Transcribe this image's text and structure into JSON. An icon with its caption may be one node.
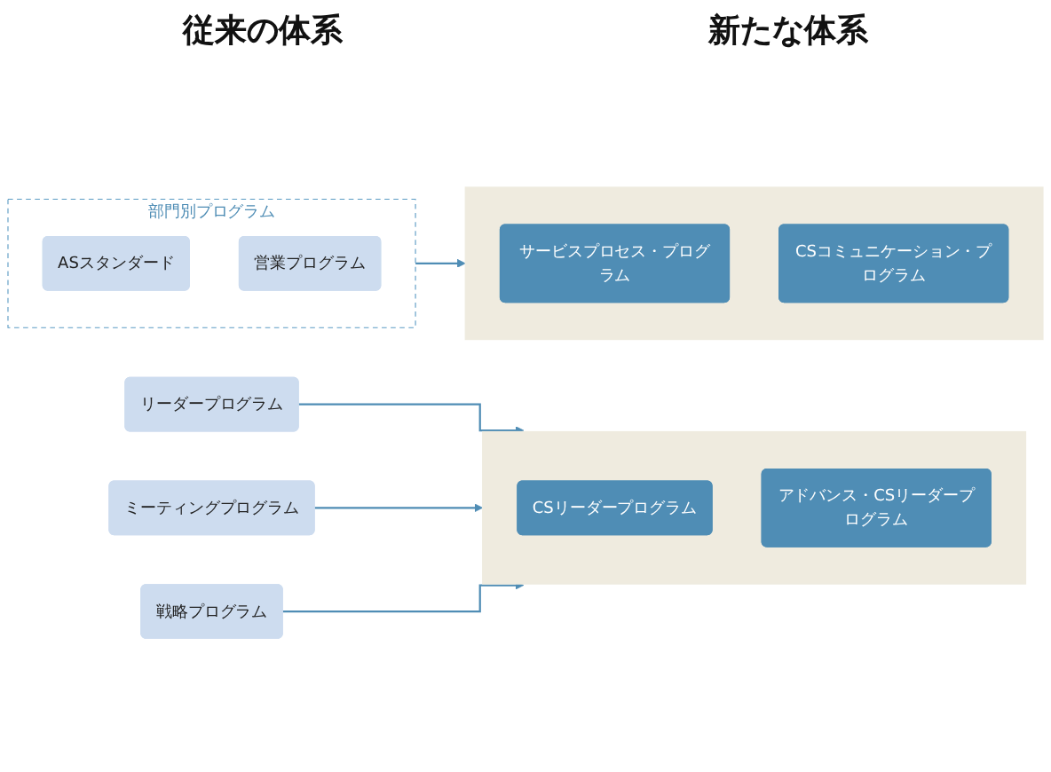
{
  "diagram": {
    "nodes": [
      {
        "text": [
          "リーダープログラム"
        ]
      },
      {
        "text": [
          "ミーティングプログラム"
        ]
      },
      {
        "text": [
          "戦略プログラム"
        ]
      },
      {
        "text": [],
        "shape": "box"
      },
      {
        "text": [
          "CSリーダープログラム"
        ],
        "in": 3
      },
      {
        "text": [
          "アドバンス・CSリーダープログラム"
        ],
        "in": 3
      },
      {
        "text": [
          "部門別プログラム"
        ]
      },
      {
        "text": [
          "ASスタンダード"
        ],
        "in": 6
      },
      {
        "text": [
          "営業プログラム"
        ],
        "in": 6
      },
      {
        "text": [],
        "shape": "box"
      },
      {
        "text": [
          "サービスプロセス・プログラム"
        ],
        "in": 9
      },
      {
        "text": [
          "CSコミュニケーション・プログラム"
        ],
        "in": 9
      }
    ],
    "edges": [
      {
        "from": 0,
        "to": 3,
        "arrow": "to"
      },
      {
        "from": 1,
        "to": 3,
        "arrow": "to"
      },
      {
        "from": 2,
        "to": 3,
        "arrow": "to"
      },
      {
        "from": 6,
        "to": 9,
        "arrow": "to"
      }
    ],
    "labels": [
      "従来の体系",
      "新たな体系"
    ]
  }
}
